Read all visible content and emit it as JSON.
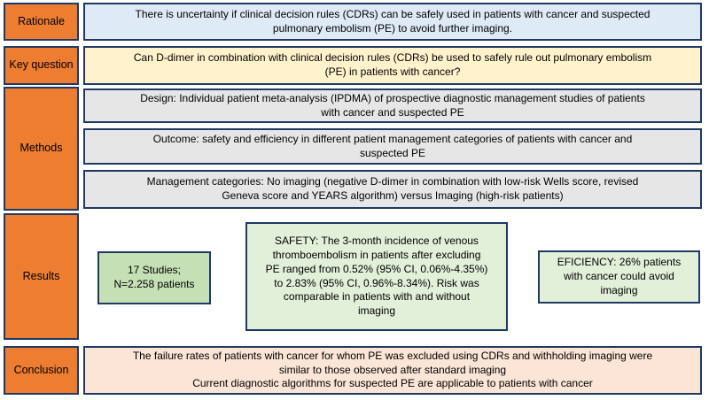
{
  "figure": {
    "type": "study-summary-diagram",
    "colors": {
      "label_orange": "#ED7D31",
      "border_navy": "#1F3864",
      "rationale_fill": "#DEEAF6",
      "key_question_fill": "#FFF2CC",
      "methods_fill": "#E7E6E6",
      "studies_fill": "#C5E0B4",
      "safety_efficiency_fill": "#E2EFD9",
      "conclusion_fill": "#FBE5D6",
      "background": "#FFFFFF"
    }
  },
  "labels": {
    "rationale": "Rationale",
    "key_question": "Key question",
    "methods": "Methods",
    "results": "Results",
    "conclusion": "Conclusion"
  },
  "rationale": {
    "text": "There is uncertainty if clinical decision rules (CDRs) can be safely used in patients with cancer and suspected\npulmonary embolism (PE) to avoid further imaging."
  },
  "key_question": {
    "text": "Can D-dimer in combination with clinical decision rules (CDRs) be used to safely rule out pulmonary embolism\n(PE) in patients with cancer?"
  },
  "methods": {
    "design": "Design: Individual patient meta-analysis (IPDMA) of prospective diagnostic management studies of patients\nwith cancer and suspected PE",
    "outcome": "Outcome: safety and efficiency in different patient management categories of patients with cancer and\nsuspected PE",
    "management": "Management categories: No imaging (negative D-dimer in combination with low-risk Wells score, revised\nGeneva score and YEARS algorithm) versus Imaging (high-risk patients)"
  },
  "results": {
    "studies": "17 Studies;\nN=2.258 patients",
    "safety": "SAFETY: The 3-month incidence of venous\nthromboembolism in patients after excluding\nPE ranged from 0.52% (95% CI, 0.06%-4.35%)\nto 2.83% (95% CI, 0.96%-8.34%). Risk was\ncomparable in patients with and without\nimaging",
    "efficiency": "EFICIENCY: 26% patients\nwith cancer could avoid\nimaging"
  },
  "conclusion": {
    "text": "The failure rates of patients with cancer for whom PE was excluded using CDRs and withholding imaging were\nsimilar to those observed after standard imaging\nCurrent diagnostic algorithms for suspected PE are applicable to patients with cancer"
  }
}
